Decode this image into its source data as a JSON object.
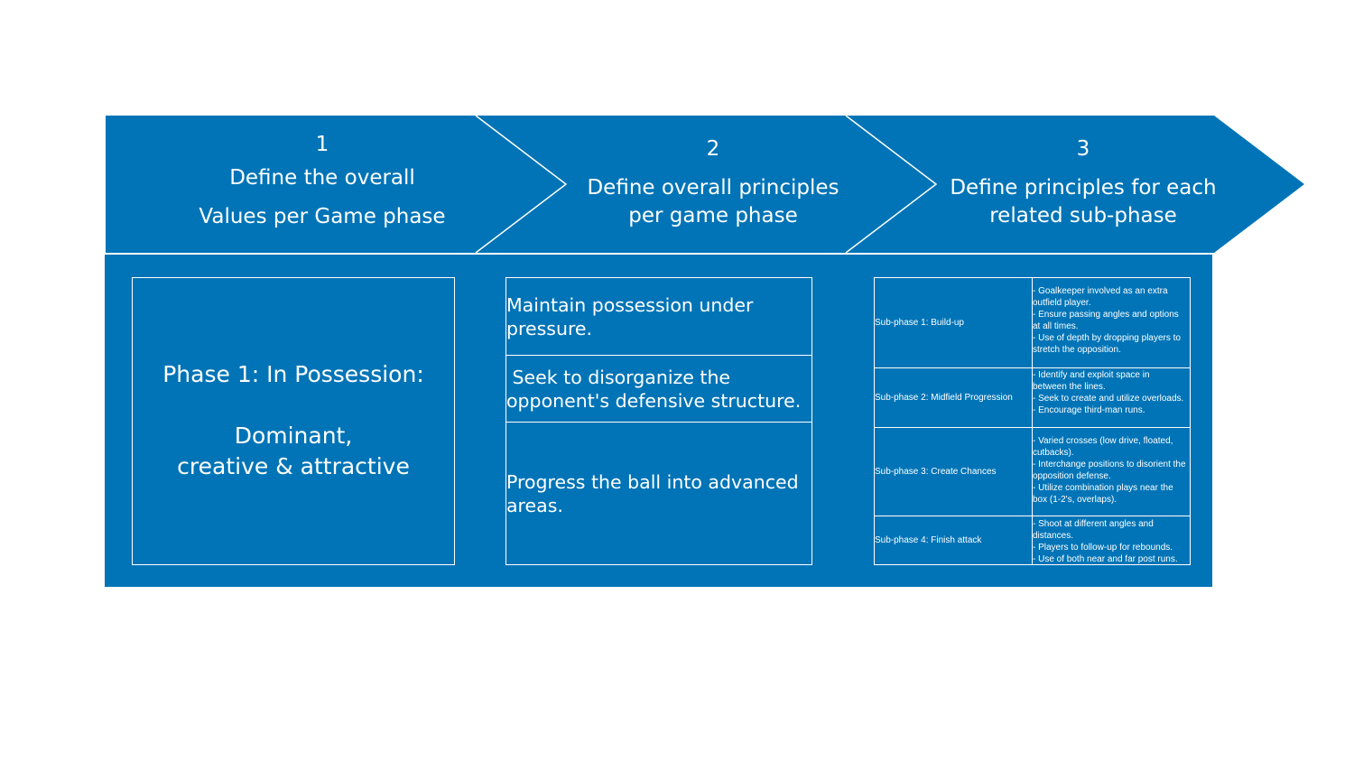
{
  "colors": {
    "primary_blue": "#0074b7",
    "line": "#ffffff",
    "background": "#ffffff"
  },
  "steps": [
    {
      "number": "1",
      "lines": [
        "Define the overall",
        "Values per Game phase"
      ]
    },
    {
      "number": "2",
      "lines": [
        "Define overall principles",
        "per game phase"
      ]
    },
    {
      "number": "3",
      "lines": [
        "Define principles for each",
        "related sub-phase"
      ]
    }
  ],
  "value": {
    "title": "Phase 1: In Possession:",
    "lines": [
      "Dominant,",
      "creative & attractive"
    ]
  },
  "principles": [
    "Maintain possession under pressure.",
    " Seek to disorganize the opponent's defensive structure.",
    "Progress the ball into advanced areas."
  ],
  "subphases": [
    {
      "name": "Sub-phase 1: Build-up",
      "details": [
        "- Goalkeeper involved as an extra outfield player.",
        "- Ensure passing angles and options at all times.",
        "- Use of depth by dropping players to stretch the opposition."
      ]
    },
    {
      "name": "Sub-phase 2: Midfield Progression",
      "details": [
        "- Identify and exploit space in between the lines.",
        "- Seek to create and utilize overloads.",
        "- Encourage third-man runs."
      ]
    },
    {
      "name": "Sub-phase 3: Create Chances",
      "details": [
        "- Varied crosses (low drive, floated, cutbacks).",
        "- Interchange positions to disorient the opposition defense.",
        "- Utilize combination plays near the box (1-2's, overlaps)."
      ]
    },
    {
      "name": "Sub-phase 4: Finish attack",
      "details": [
        "- Shoot at different angles and distances.",
        "- Players to follow-up for rebounds.",
        "- Use of both near and far post runs."
      ]
    }
  ]
}
